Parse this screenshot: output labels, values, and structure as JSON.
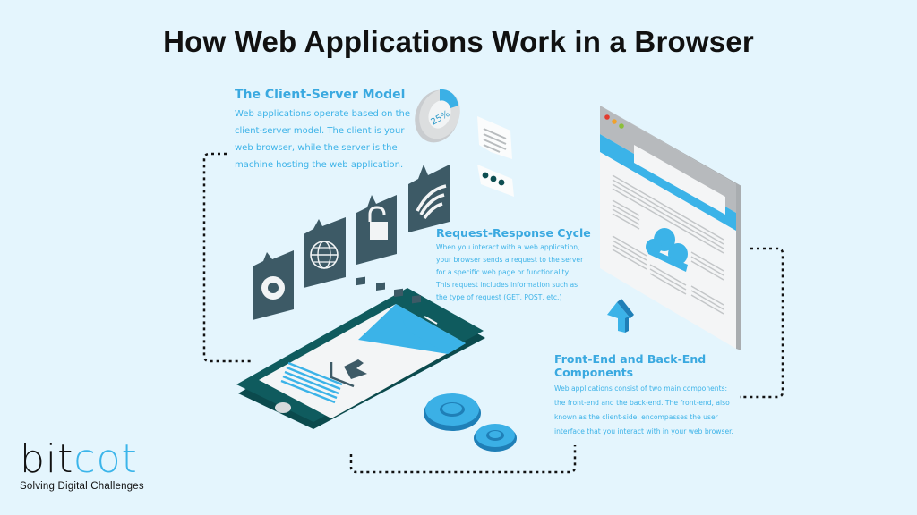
{
  "title": "How Web Applications Work in a Browser",
  "sections": [
    {
      "heading": "The Client-Server Model",
      "lines": [
        "Web applications operate based on the",
        "client-server model. The client is your",
        "web browser, while the server is the",
        "machine hosting the web application."
      ]
    },
    {
      "heading": "Request-Response Cycle",
      "lines": [
        "When you interact with a web application,",
        "your browser sends a request to the server",
        "for a specific web page or functionality.",
        "This request includes information such as",
        "the type of request (GET, POST, etc.)"
      ]
    },
    {
      "heading_line1": "Front-End and Back-End",
      "heading_line2": "Components",
      "lines": [
        "Web applications consist of two main components:",
        "the front-end and the back-end. The front-end, also",
        "known as the client-side, encompasses the user",
        "interface that you interact with in your web browser."
      ]
    }
  ],
  "illustration": {
    "progress_ring_label": "25%",
    "icons": [
      "gear-icon",
      "globe-icon",
      "unlock-icon",
      "wifi-icon",
      "chat-lines-icon",
      "chat-dots-icon",
      "smartphone-icon",
      "download-icon",
      "browser-window-icon",
      "cloud-icon",
      "arrow-up-icon",
      "gears-icon"
    ]
  },
  "logo": {
    "part1": "bit",
    "part2": "cot",
    "tagline": "Solving Digital Challenges"
  },
  "colors": {
    "background": "#e4f5fd",
    "accent": "#3db3e8",
    "dark_teal": "#0d5a5e",
    "icon_slate": "#3d5a66",
    "title": "#111111"
  }
}
